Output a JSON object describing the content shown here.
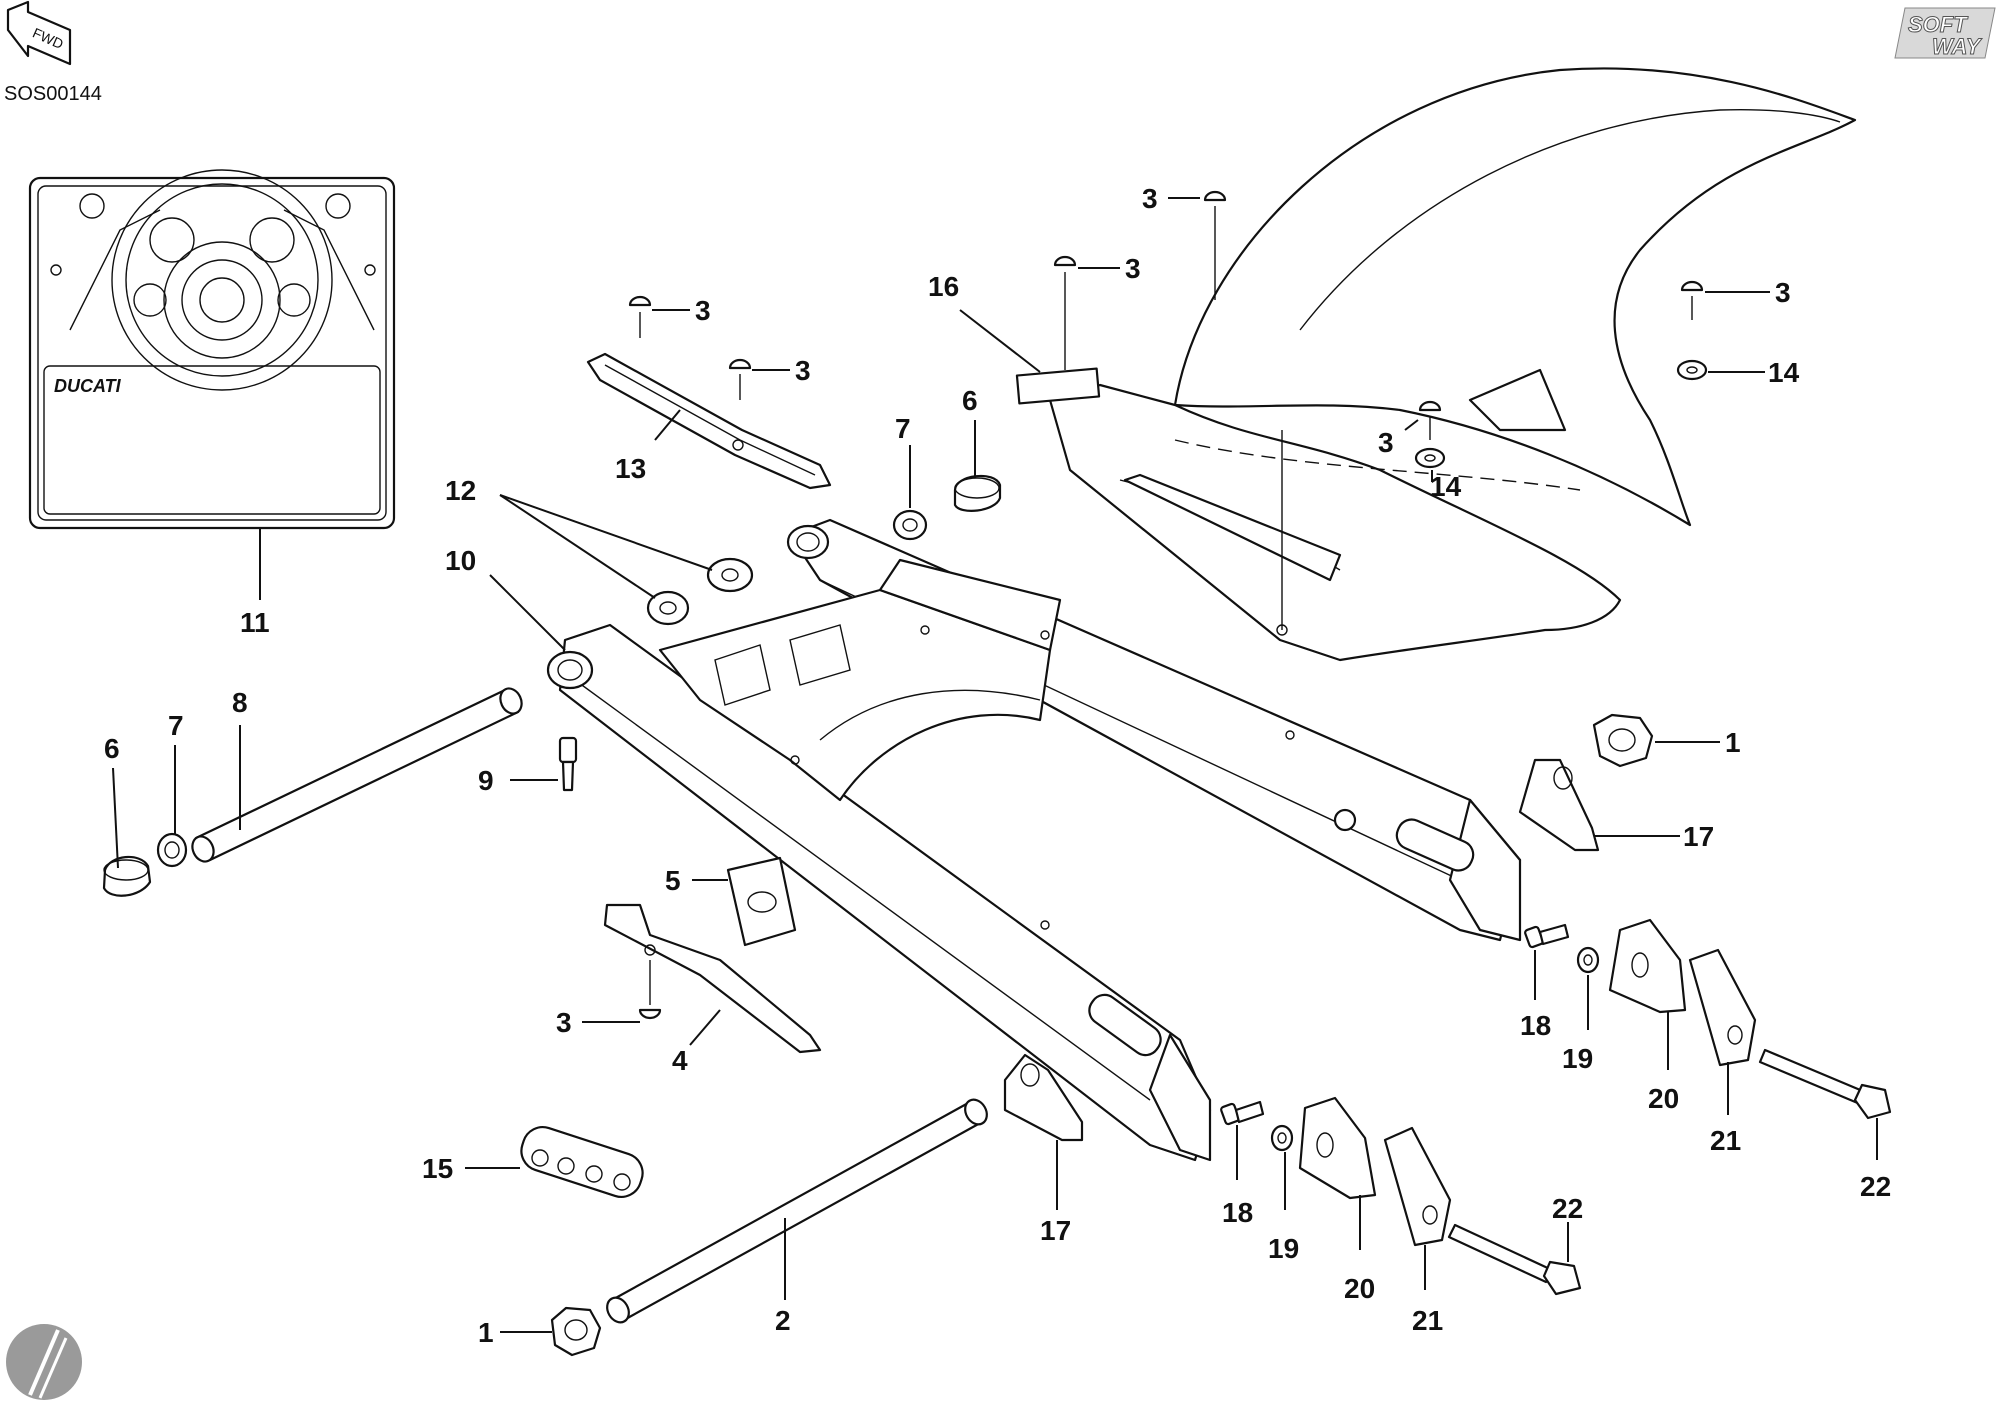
{
  "header": {
    "code": "SOS00144",
    "fwd_label": "FWD",
    "brand_logo_top": "SOFT",
    "brand_logo_bottom": "WAY"
  },
  "inset": {
    "brand_label": "DUCATI"
  },
  "callouts": {
    "c1a": "1",
    "c1b": "1",
    "c2": "2",
    "c3a": "3",
    "c3b": "3",
    "c3c": "3",
    "c3d": "3",
    "c3e": "3",
    "c3f": "3",
    "c3g": "3",
    "c4": "4",
    "c5": "5",
    "c6a": "6",
    "c6b": "6",
    "c7a": "7",
    "c7b": "7",
    "c8": "8",
    "c9": "9",
    "c10": "10",
    "c11": "11",
    "c12": "12",
    "c13": "13",
    "c14a": "14",
    "c14b": "14",
    "c15": "15",
    "c16": "16",
    "c17a": "17",
    "c17b": "17",
    "c18a": "18",
    "c18b": "18",
    "c19a": "19",
    "c19b": "19",
    "c20a": "20",
    "c20b": "20",
    "c21a": "21",
    "c21b": "21",
    "c22a": "22",
    "c22b": "22"
  }
}
